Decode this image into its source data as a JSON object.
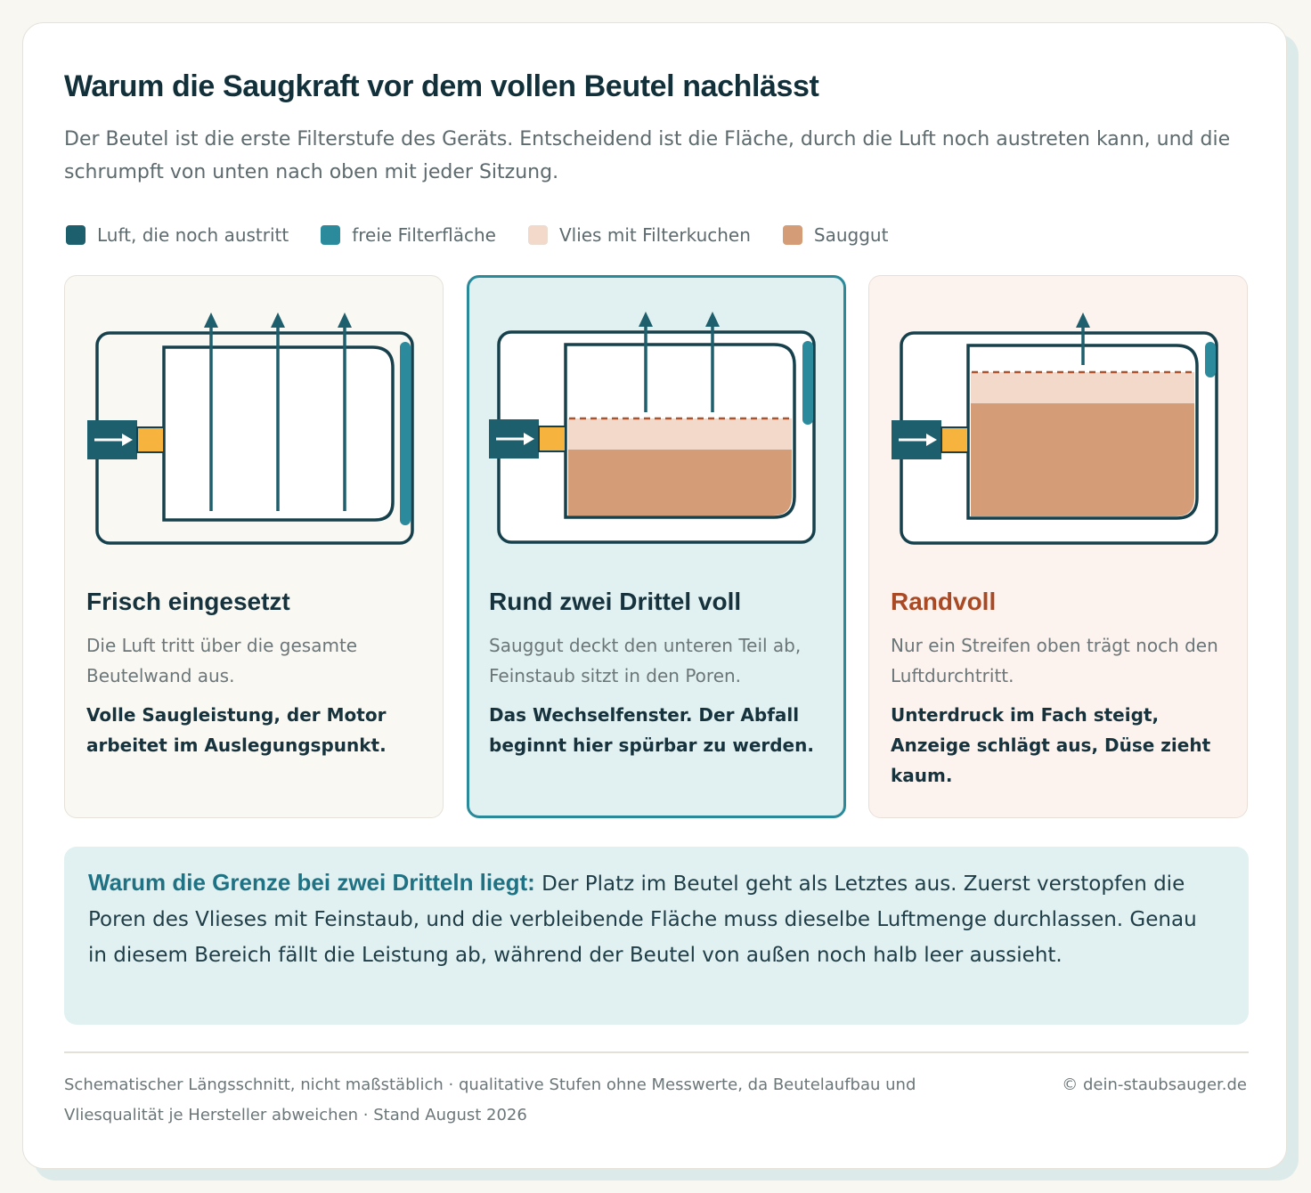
{
  "header": {
    "title": "Warum die Saugkraft vor dem vollen Beutel nachlässt",
    "subtitle": "Der Beutel ist die erste Filterstufe des Geräts. Entscheidend ist die Fläche, durch die Luft noch austreten kann, und die schrumpft von unten nach oben mit jeder Sitzung."
  },
  "legend": [
    {
      "label": "Luft, die noch austritt",
      "color": "#1d5f6c"
    },
    {
      "label": "freie Filterfläche",
      "color": "#2b8a9c"
    },
    {
      "label": "Vlies mit Filterkuchen",
      "color": "#f3d9ca"
    },
    {
      "label": "Sauggut",
      "color": "#d49c77"
    }
  ],
  "colors": {
    "outline": "#16404c",
    "filter_face": "#2b8a9c",
    "intake": "#1d5f6c",
    "nozzle": "#f6b33d",
    "cake": "#f3d9ca",
    "debris": "#d49c77",
    "boundary": "#b0532c"
  },
  "stages": [
    {
      "title": "Frisch eingesetzt",
      "description": "Die Luft tritt über die gesamte Beutelwand aus.",
      "note": "Volle Saugleistung, der Motor arbeitet im Auslegungspunkt.",
      "air_arrows": 3,
      "debris_level": 0,
      "free_filter_share": 1.0
    },
    {
      "title": "Rund zwei Drittel voll",
      "description": "Sauggut deckt den unteren Teil ab, Feinstaub sitzt in den Poren.",
      "note": "Das Wechselfenster. Der Abfall beginnt hier spürbar zu werden.",
      "air_arrows": 2,
      "debris_level": 0.4,
      "free_filter_share": 0.43
    },
    {
      "title": "Randvoll",
      "description": "Nur ein Streifen oben trägt noch den Luftdurchtritt.",
      "note": "Unterdruck im Fach steigt, Anzeige schlägt aus, Düse zieht kaum.",
      "air_arrows": 1,
      "debris_level": 0.67,
      "free_filter_share": 0.15
    }
  ],
  "callout": {
    "lead": "Warum die Grenze bei zwei Dritteln liegt:",
    "text": "Der Platz im Beutel geht als Letztes aus. Zuerst verstopfen die Poren des Vlieses mit Feinstaub, und die verbleibende Fläche muss dieselbe Luftmenge durchlassen. Genau in diesem Bereich fällt die Leistung ab, während der Beutel von außen noch halb leer aussieht."
  },
  "footer": {
    "note": "Schematischer Längsschnitt, nicht maßstäblich · qualitative Stufen ohne Messwerte, da Beutelaufbau und Vliesqualität je Hersteller abweichen · Stand August 2026",
    "credit": "© dein-staubsauger.de"
  }
}
